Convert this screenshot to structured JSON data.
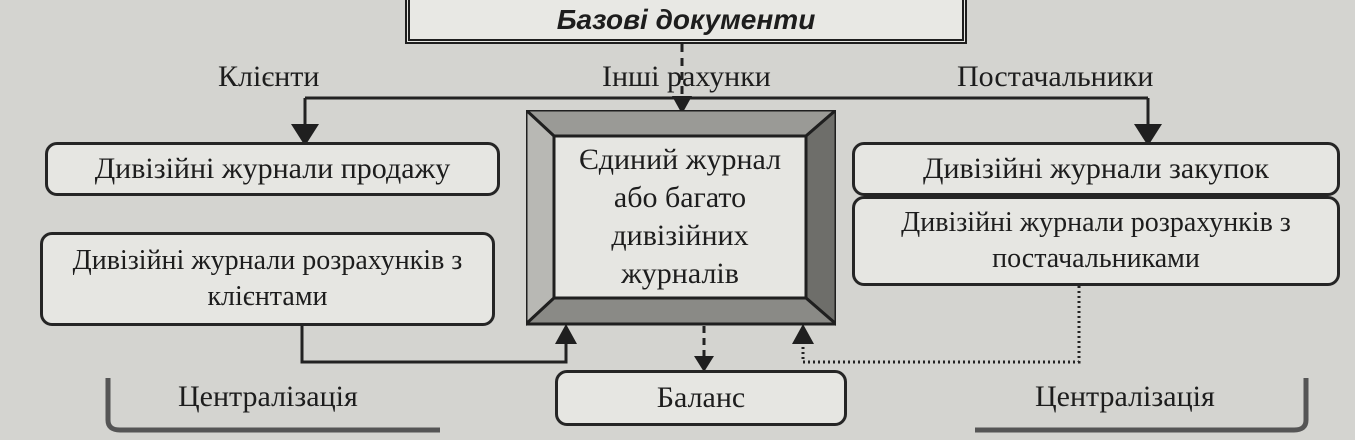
{
  "header": {
    "title": "Базові документи"
  },
  "labels": {
    "clients": "Клієнти",
    "other_accounts": "Інші рахунки",
    "suppliers": "Постачальники"
  },
  "left": {
    "sales_journals": "Дивізійні журнали продажу",
    "client_settlements": "Дивізійні журнали розрахунків з клієнтами"
  },
  "center": {
    "main_journal": "Єдиний журнал або багато дивізійних журналів"
  },
  "right": {
    "purchase_journals": "Дивізійні журнали закупок",
    "supplier_settlements": "Дивізійні журнали розрахунків з постачальниками"
  },
  "bottom": {
    "centralization_left": "Централізація",
    "balance": "Баланс",
    "centralization_right": "Централізація"
  }
}
